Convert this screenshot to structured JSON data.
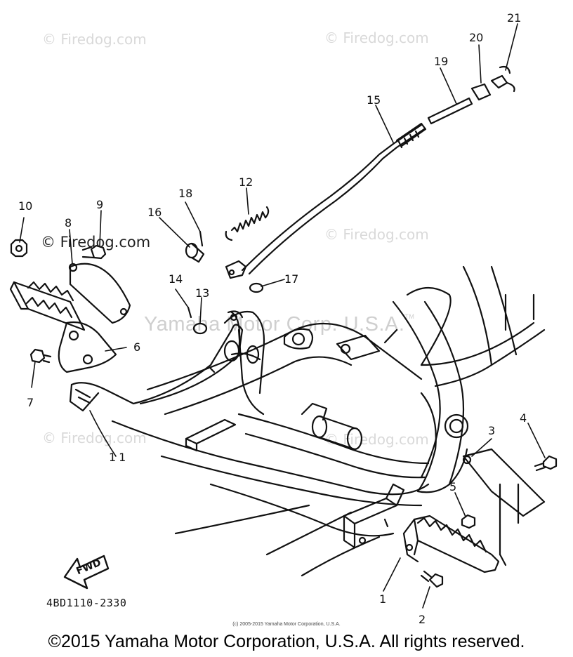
{
  "watermarks": {
    "firedog": "© Firedog.com",
    "firedog_dark": "© Firedog.com",
    "center": "Yamaha Motor Corp. U.S.A.",
    "center_tm": "TM"
  },
  "diagram": {
    "part_labels": [
      "1",
      "2",
      "3",
      "4",
      "5",
      "6",
      "7",
      "8",
      "9",
      "10",
      "11",
      "12",
      "13",
      "14",
      "15",
      "16",
      "17",
      "18",
      "19",
      "20",
      "21"
    ],
    "fwd_label": "FWD",
    "diagram_number": "4BD1110-2330"
  },
  "footer": {
    "small_copyright": "(c) 2005-2015 Yamaha Motor Corporation, U.S.A.",
    "copyright": "©2015 Yamaha Motor Corporation, U.S.A. All rights reserved."
  }
}
